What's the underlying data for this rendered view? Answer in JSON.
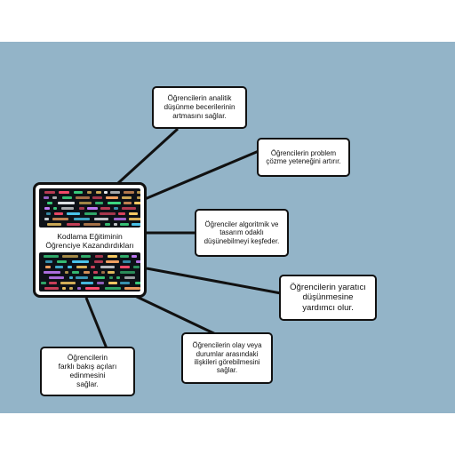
{
  "diagram": {
    "central_node": {
      "label": "Kodlama Eğitiminin\nÖğrenciye Kazandırdıkları",
      "image": "code-screenshot"
    },
    "branches": [
      {
        "id": "b1",
        "label": "Öğrencilerin analitik\ndüşünme becerilerinin\nartmasını sağlar."
      },
      {
        "id": "b2",
        "label": "Öğrencilerin problem\nçözme yeteneğini artırır."
      },
      {
        "id": "b3",
        "label": "Öğrenciler algoritmik ve\ntasarım odaklı\ndüşünebilmeyi keşfeder."
      },
      {
        "id": "b4",
        "label": "Öğrencilerin yaratıcı\ndüşünmesine\nyardımcı olur."
      },
      {
        "id": "b5",
        "label": "Öğrencilerin olay veya\ndurumlar arasındaki\nilişkileri görebilmesini\nsağlar."
      },
      {
        "id": "b6",
        "label": "Öğrencilerin\nfarklı bakış açıları\nedinmesini\nsağlar."
      }
    ],
    "colors": {
      "background": "#93b4c8",
      "node_fill": "#ffffff",
      "node_border": "#111111",
      "connector": "#111111"
    }
  }
}
